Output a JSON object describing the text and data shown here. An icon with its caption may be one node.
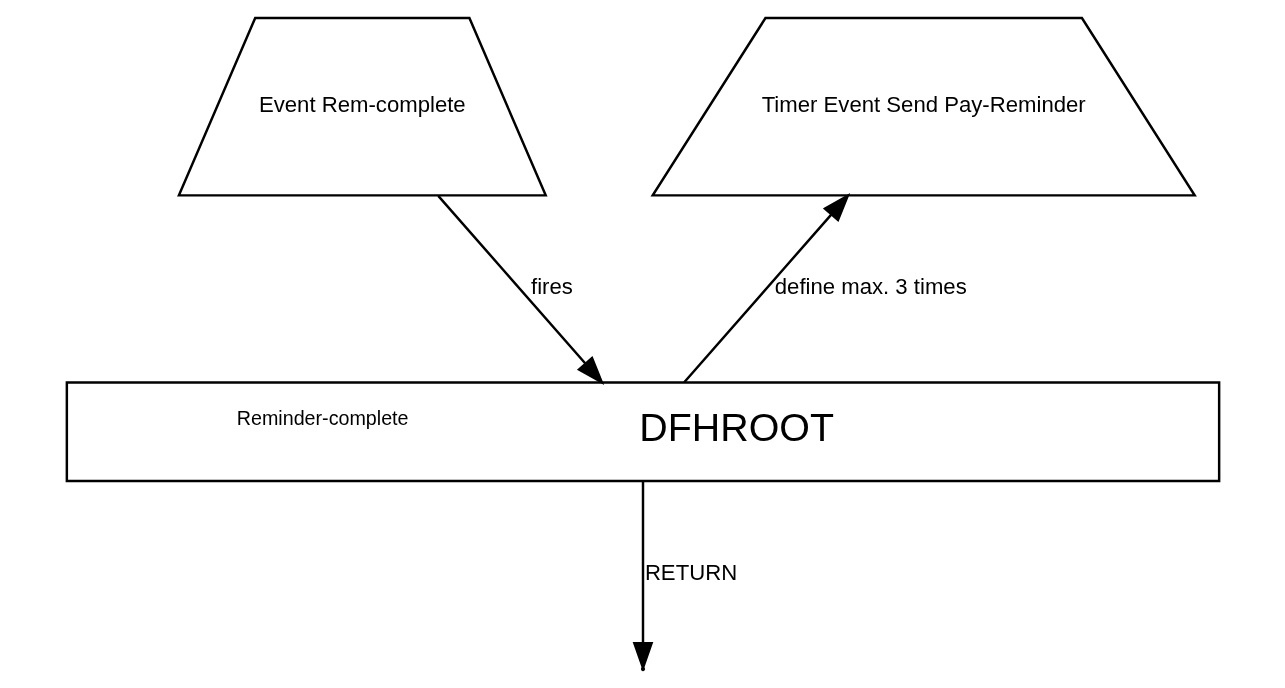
{
  "diagram": {
    "nodes": [
      {
        "text": [
          "Event Rem-complete"
        ]
      },
      {
        "text": [
          "Timer Event Send Pay-Reminder"
        ]
      },
      {
        "text": [
          "Reminder-complete",
          "DFHROOT"
        ]
      }
    ],
    "edges": [
      {
        "from": 0,
        "to": 2,
        "arrow": "to",
        "label": "fires"
      },
      {
        "from": 2,
        "to": 1,
        "arrow": "to",
        "label": "define max. 3 times"
      },
      {
        "from": 2,
        "to": null,
        "arrow": "to",
        "label": "RETURN"
      }
    ]
  }
}
